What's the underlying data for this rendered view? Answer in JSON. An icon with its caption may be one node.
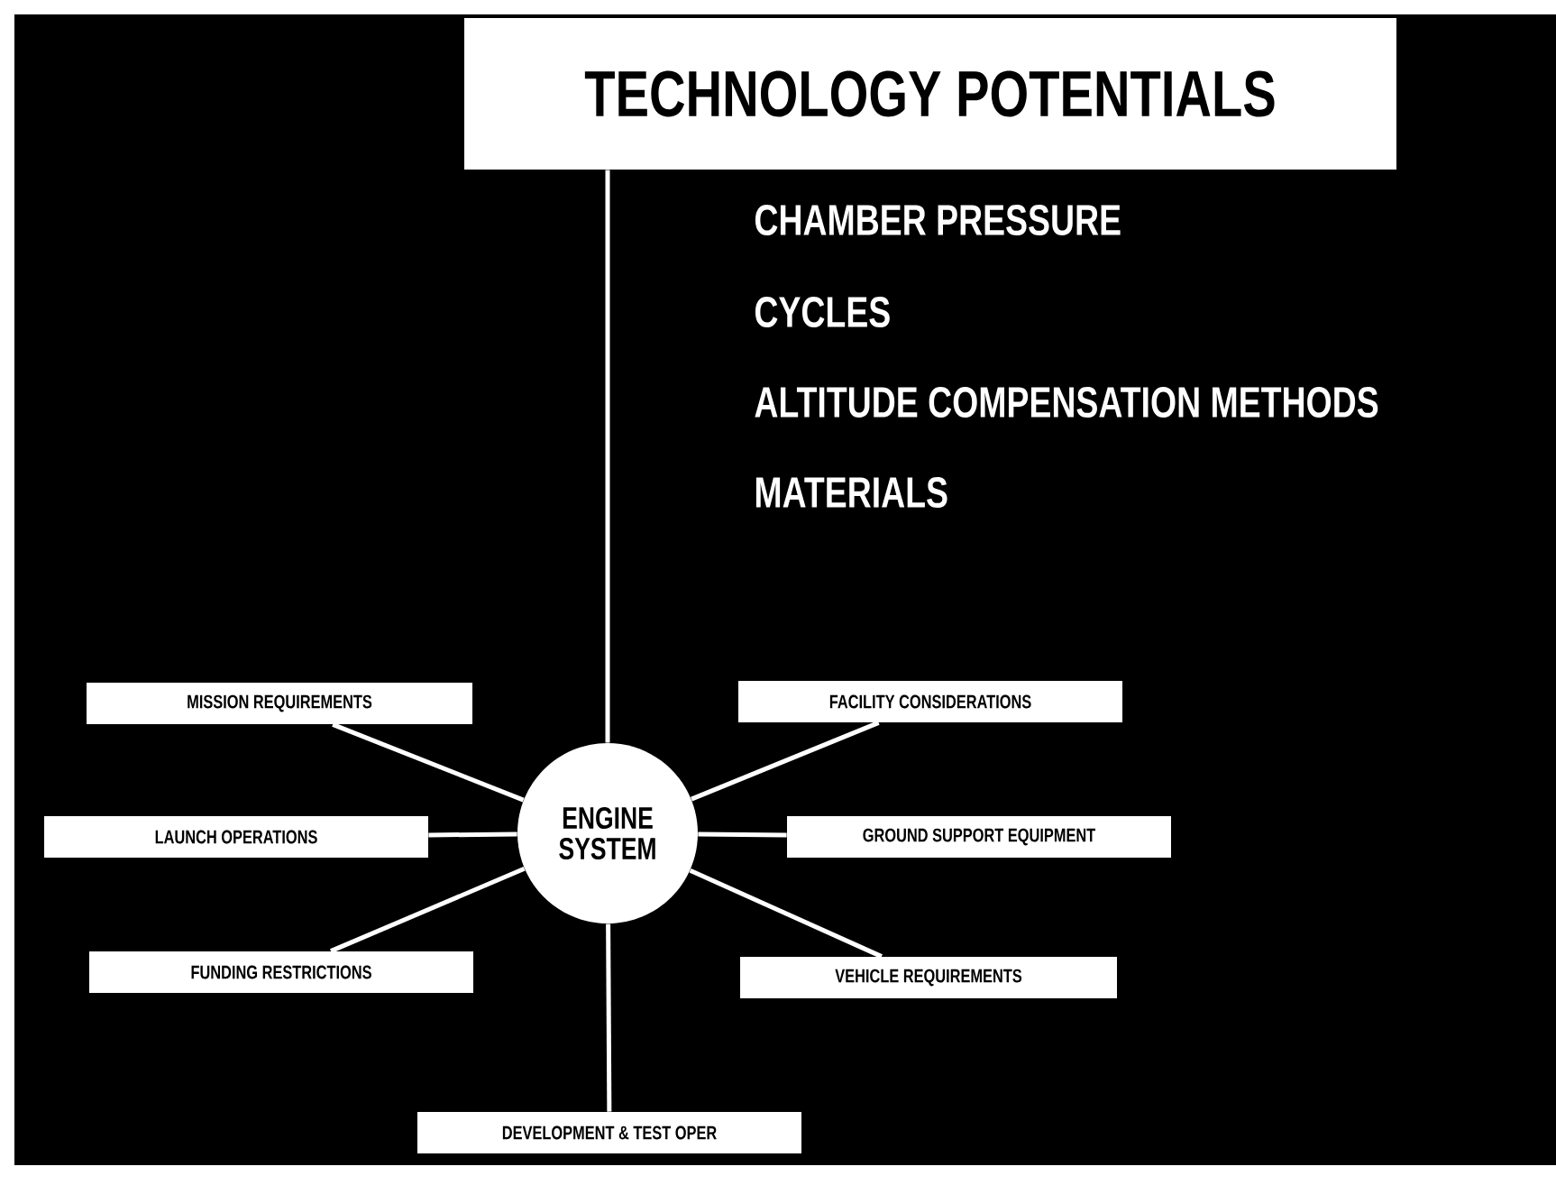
{
  "diagram": {
    "nodes": [
      {
        "text": [
          "TECHNOLOGY POTENTIALS"
        ]
      },
      {
        "text": [
          "ENGINE SYSTEM"
        ]
      },
      {
        "text": [
          "MISSION REQUIREMENTS"
        ]
      },
      {
        "text": [
          "FACILITY CONSIDERATIONS"
        ]
      },
      {
        "text": [
          "LAUNCH OPERATIONS"
        ]
      },
      {
        "text": [
          "GROUND SUPPORT EQUIPMENT"
        ]
      },
      {
        "text": [
          "FUNDING RESTRICTIONS"
        ]
      },
      {
        "text": [
          "VEHICLE REQUIREMENTS"
        ]
      },
      {
        "text": [
          "DEVELOPMENT & TEST OPER"
        ]
      }
    ],
    "edges": [
      {
        "from": 0,
        "to": 1,
        "arrow": "none"
      },
      {
        "from": 1,
        "to": 2,
        "arrow": "none"
      },
      {
        "from": 1,
        "to": 3,
        "arrow": "none"
      },
      {
        "from": 1,
        "to": 4,
        "arrow": "none"
      },
      {
        "from": 1,
        "to": 5,
        "arrow": "none"
      },
      {
        "from": 1,
        "to": 6,
        "arrow": "none"
      },
      {
        "from": 1,
        "to": 7,
        "arrow": "none"
      },
      {
        "from": 1,
        "to": 8,
        "arrow": "none"
      }
    ],
    "labels": [
      "CHAMBER PRESSURE",
      "CYCLES",
      "ALTITUDE COMPENSATION METHODS",
      "MATERIALS"
    ]
  }
}
